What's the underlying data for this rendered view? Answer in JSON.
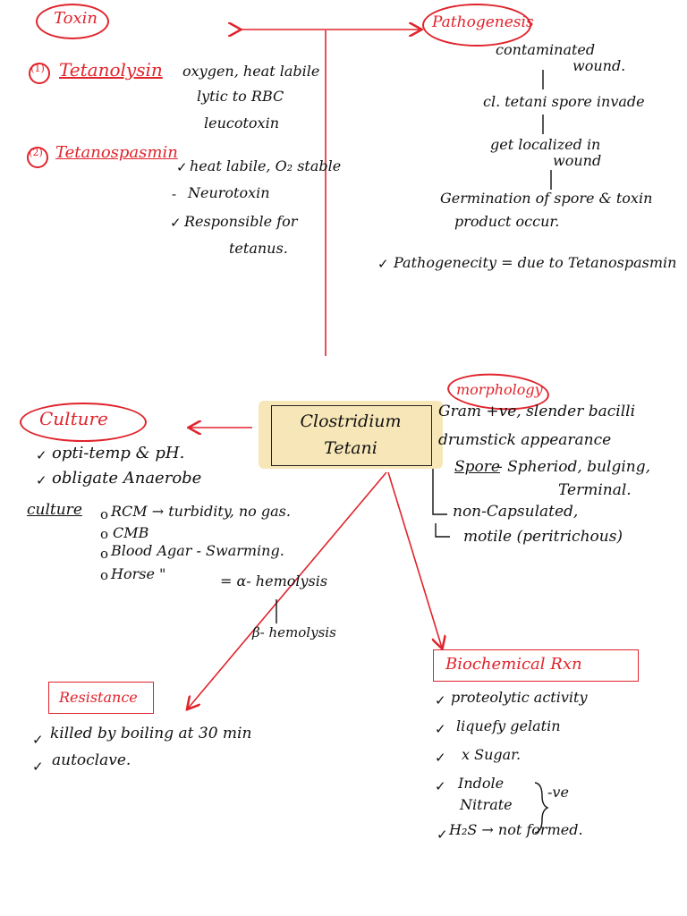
{
  "center": {
    "line1": "Clostridium",
    "line2": "Tetani"
  },
  "toxin": {
    "title": "Toxin",
    "item1_num": "(1)",
    "item1_name": "Tetanolysin",
    "item1_lines": [
      "oxygen, heat labile",
      "lytic to RBC",
      "leucotoxin"
    ],
    "item2_num": "(2)",
    "item2_name": "Tetanospasmin",
    "item2_lines": [
      "heat labile, O₂ stable",
      "Neurotoxin",
      "Responsible for",
      "tetanus."
    ]
  },
  "pathogenesis": {
    "title": "Pathogenesis",
    "steps": [
      "contaminated",
      "wound.",
      "cl. tetani spore invade",
      "get localized in",
      "wound",
      "Germination of spore & toxin",
      "product occur."
    ],
    "note": "Pathogenecity = due to Tetanospasmin"
  },
  "morphology": {
    "title": "morphology",
    "lines": [
      "Gram +ve, slender bacilli",
      "drumstick appearance",
      "Spore",
      "- Spheriod, bulging,",
      "Terminal.",
      "non-Capsulated,",
      "motile (peritrichous)"
    ]
  },
  "culture": {
    "title": "Culture",
    "lines": [
      "opti-temp & pH.",
      "obligate Anaerobe"
    ],
    "media_label": "culture",
    "media": [
      "RCM → turbidity, no gas.",
      "CMB",
      "Blood Agar - Swarming.",
      "Horse \"",
      "= α- hemolysis",
      "β- hemolysis"
    ]
  },
  "biochemical": {
    "title": "Biochemical Rxn",
    "lines": [
      "proteolytic activity",
      "liquefy gelatin",
      "x Sugar.",
      "Indole",
      "Nitrate",
      "-ve",
      "H₂S → not formed."
    ]
  },
  "resistance": {
    "title": "Resistance",
    "lines": [
      "killed by boiling at 30 min",
      "autoclave."
    ]
  },
  "colors": {
    "accent": "#e0242c",
    "highlight": "#f7e7b8",
    "ink": "#111111"
  }
}
